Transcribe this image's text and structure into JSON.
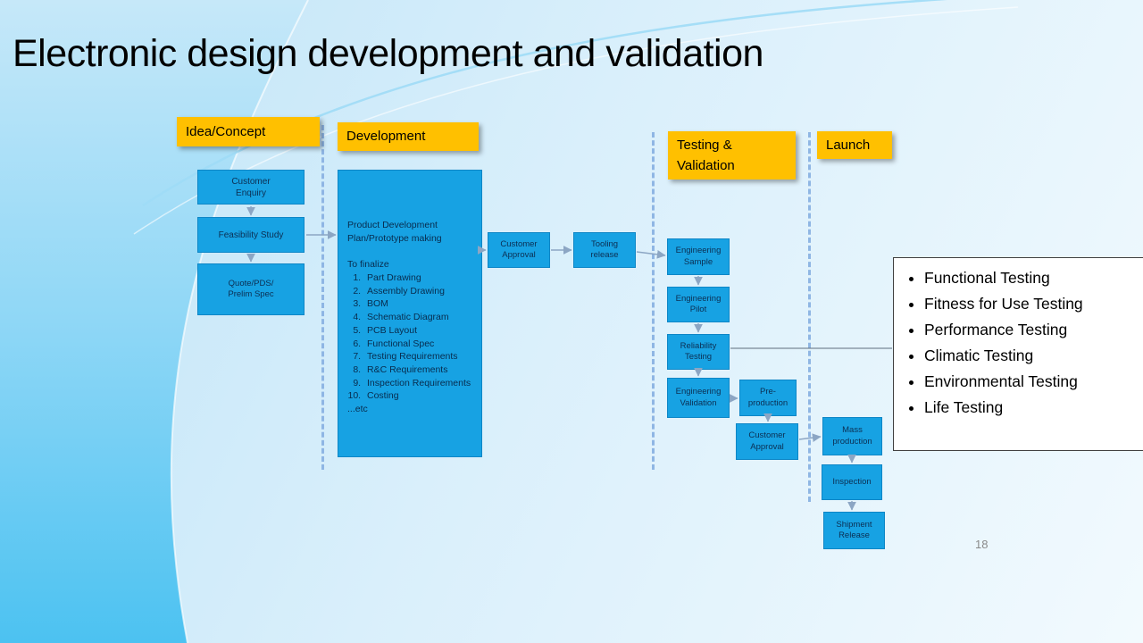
{
  "colors": {
    "phase_fill": "#FFC000",
    "node_fill": "#17A2E3",
    "node_text": "#0C2F53",
    "separator": "#8FB6E4"
  },
  "slide": {
    "title": "Electronic design development and validation",
    "page_number": "18"
  },
  "phases": [
    {
      "label": "Idea/Concept"
    },
    {
      "label": "Development"
    },
    {
      "label": "Testing &\nValidation"
    },
    {
      "label": "Launch"
    }
  ],
  "nodes": {
    "customer_enquiry": "Customer\nEnquiry",
    "feasibility_study": "Feasibility Study",
    "quote_pds": "Quote/PDS/\nPrelim Spec",
    "customer_approval": "Customer\nApproval",
    "tooling_release": "Tooling\nrelease",
    "engineering_sample": "Engineering Sample",
    "engineering_pilot": "Engineering Pilot",
    "reliability_testing": "Reliability\nTesting",
    "engineering_validation": "Engineering\nValidation",
    "pre_production": "Pre-\nproduction",
    "customer_approval_2": "Customer\nApproval",
    "mass_production": "Mass\nproduction",
    "inspection": "Inspection",
    "shipment_release": "Shipment\nRelease"
  },
  "dev_box": {
    "intro": "Product Development\nPlan/Prototype making",
    "finalize_heading": "To finalize",
    "items": [
      "Part Drawing",
      "Assembly Drawing",
      "BOM",
      "Schematic Diagram",
      "PCB Layout",
      "Functional Spec",
      "Testing Requirements",
      "R&C Requirements",
      "Inspection Requirements",
      "Costing"
    ],
    "etc": "...etc"
  },
  "testing_panel": {
    "items": [
      "Functional Testing",
      "Fitness for Use Testing",
      "Performance Testing",
      "Climatic Testing",
      "Environmental Testing",
      "Life Testing"
    ]
  }
}
